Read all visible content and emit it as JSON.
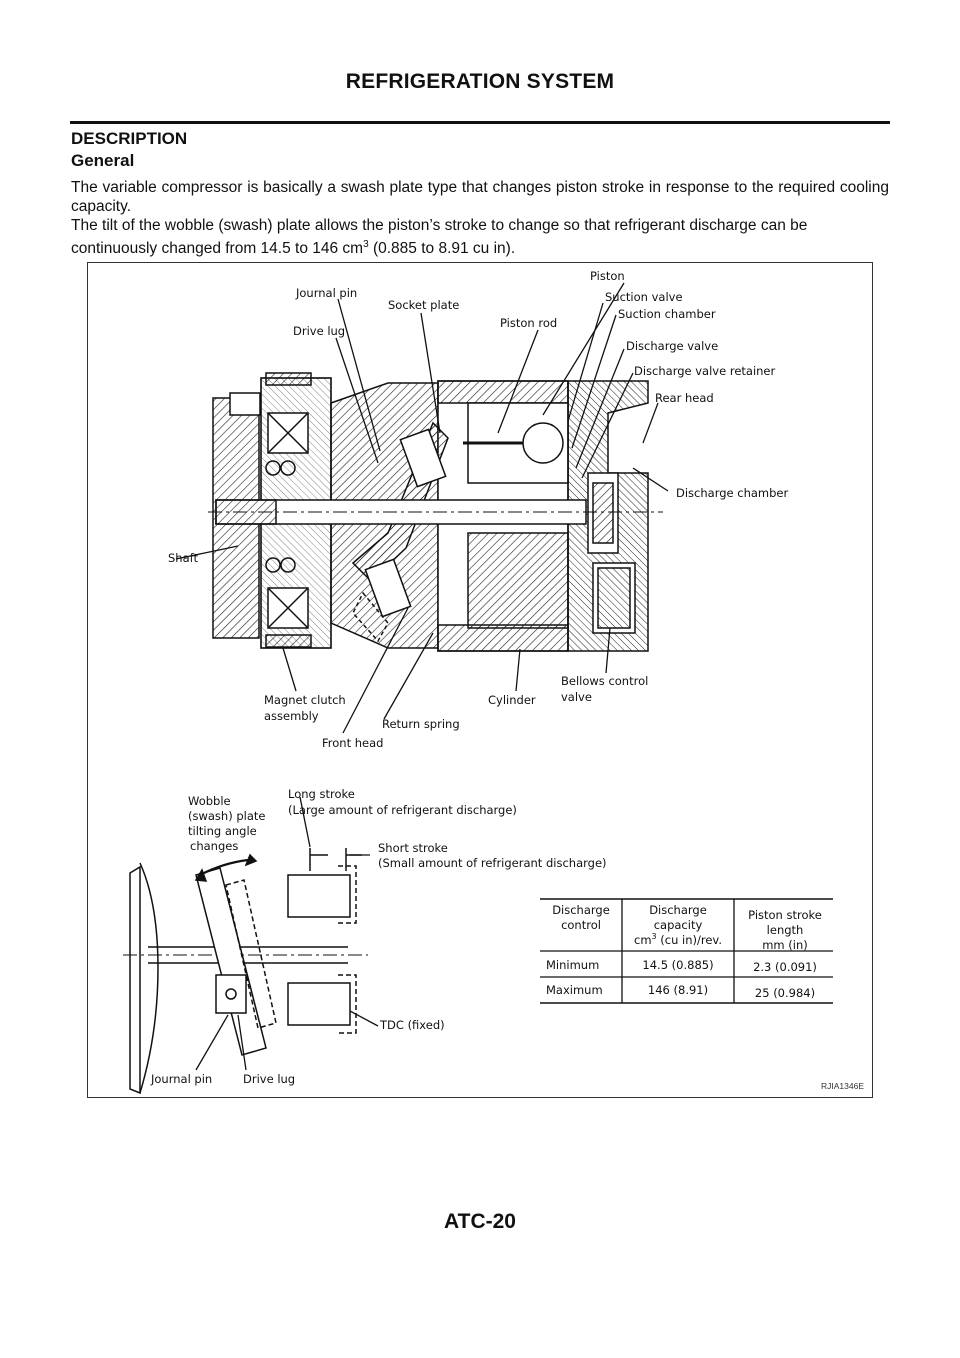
{
  "page": {
    "header": "REFRIGERATION SYSTEM",
    "section": "DESCRIPTION",
    "subsection": "General",
    "para1": "The variable compressor is basically a swash plate type that changes piston stroke in response to the required cooling capacity.",
    "para2_a": "The tilt of the wobble (swash) plate allows the piston’s stroke to change so that refrigerant discharge can be continuously changed from 14.5 to 146 cm",
    "para2_sup": "3",
    "para2_b": " (0.885 to 8.91 cu in).",
    "footer": "ATC-20"
  },
  "figure": {
    "id": "RJIA1346E",
    "labels": {
      "piston": "Piston",
      "journal_pin": "Journal pin",
      "socket_plate": "Socket plate",
      "suction_valve": "Suction valve",
      "suction_chamber": "Suction chamber",
      "drive_lug": "Drive lug",
      "piston_rod": "Piston rod",
      "discharge_valve": "Discharge valve",
      "discharge_valve_retainer": "Discharge valve retainer",
      "rear_head": "Rear head",
      "discharge_chamber": "Discharge chamber",
      "shaft": "Shaft",
      "magnet_clutch_1": "Magnet clutch",
      "magnet_clutch_2": "assembly",
      "return_spring": "Return spring",
      "cylinder": "Cylinder",
      "bellows_1": "Bellows control",
      "bellows_2": "valve",
      "front_head": "Front head",
      "wobble_1": "Wobble",
      "wobble_2": "(swash) plate",
      "wobble_3": "tilting angle",
      "wobble_4": "changes",
      "long_stroke_1": "Long stroke",
      "long_stroke_2": "(Large amount of refrigerant discharge)",
      "short_stroke_1": "Short stroke",
      "short_stroke_2": "(Small amount of refrigerant discharge)",
      "tdc": "TDC (fixed)",
      "journal_pin_2": "Journal pin",
      "drive_lug_2": "Drive lug"
    },
    "table": {
      "col1_1": "Discharge",
      "col1_2": "control",
      "col2_1": "Discharge",
      "col2_2": "capacity",
      "col2_3a": "cm",
      "col2_3sup": "3",
      "col2_3b": " (cu in)/rev.",
      "col3_1": "Piston stroke",
      "col3_2": "length",
      "col3_3": "mm (in)",
      "rows": [
        {
          "control": "Minimum",
          "capacity": "14.5 (0.885)",
          "stroke": "2.3 (0.091)"
        },
        {
          "control": "Maximum",
          "capacity": "146 (8.91)",
          "stroke": "25 (0.984)"
        }
      ]
    }
  }
}
